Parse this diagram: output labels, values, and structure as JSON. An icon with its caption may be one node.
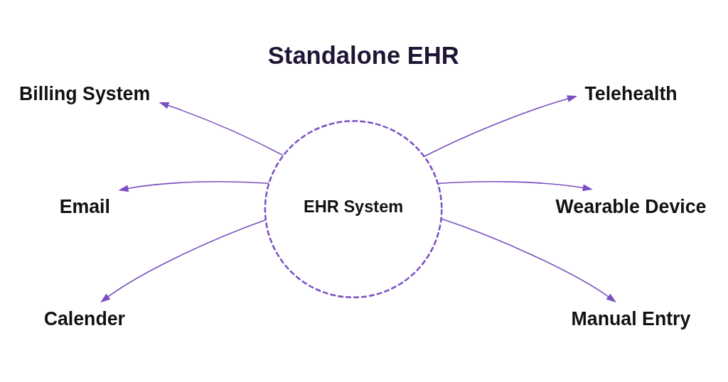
{
  "diagram": {
    "title": "Standalone EHR",
    "nodes": [
      {
        "text": [
          "EHR System"
        ]
      },
      {
        "text": [
          "Billing System"
        ]
      },
      {
        "text": [
          "Email"
        ]
      },
      {
        "text": [
          "Calender"
        ]
      },
      {
        "text": [
          "Telehealth"
        ]
      },
      {
        "text": [
          "Wearable Device"
        ]
      },
      {
        "text": [
          "Manual Entry"
        ]
      }
    ],
    "edges": [
      {
        "from": 0,
        "to": 1,
        "arrow": "to"
      },
      {
        "from": 0,
        "to": 2,
        "arrow": "to"
      },
      {
        "from": 0,
        "to": 3,
        "arrow": "to"
      },
      {
        "from": 0,
        "to": 4,
        "arrow": "to"
      },
      {
        "from": 0,
        "to": 5,
        "arrow": "to"
      },
      {
        "from": 0,
        "to": 6,
        "arrow": "to"
      }
    ]
  }
}
